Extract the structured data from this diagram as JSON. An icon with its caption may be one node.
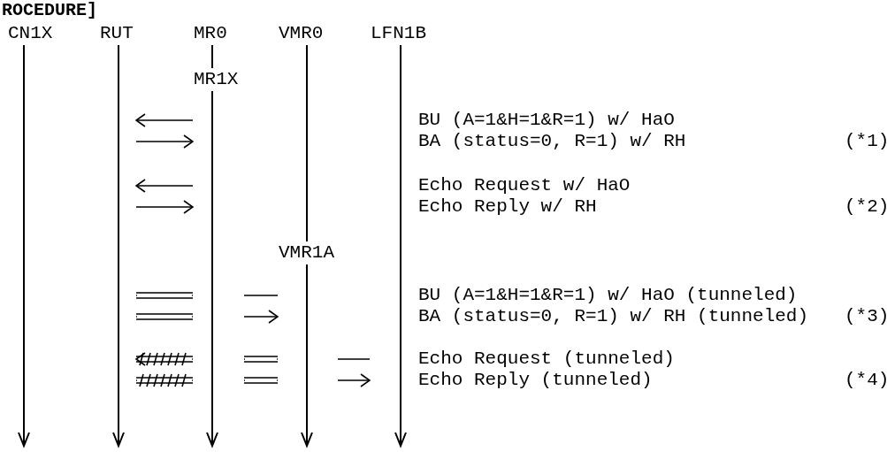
{
  "diagram": {
    "title": "ROCEDURE]",
    "nodes": [
      {
        "text": [
          "CN1X"
        ]
      },
      {
        "text": [
          "RUT"
        ]
      },
      {
        "text": [
          "MR0",
          "MR1X"
        ]
      },
      {
        "text": [
          "VMR0",
          "VMR1A"
        ]
      },
      {
        "text": [
          "LFN1B"
        ]
      }
    ],
    "edges": [
      {
        "from": 2,
        "to": 1,
        "arrow": "to"
      },
      {
        "from": 1,
        "to": 2,
        "arrow": "to"
      },
      {
        "from": 2,
        "to": 1,
        "arrow": "to"
      },
      {
        "from": 1,
        "to": 2,
        "arrow": "to"
      },
      {
        "from": 1,
        "to": 2,
        "arrow": "none"
      },
      {
        "from": 2,
        "to": 3,
        "arrow": "none"
      },
      {
        "from": 1,
        "to": 2,
        "arrow": "none"
      },
      {
        "from": 2,
        "to": 3,
        "arrow": "to"
      },
      {
        "from": 4,
        "to": 3,
        "arrow": "none"
      },
      {
        "from": 3,
        "to": 2,
        "arrow": "none"
      },
      {
        "from": 2,
        "to": 1,
        "arrow": "to"
      },
      {
        "from": 1,
        "to": 2,
        "arrow": "none"
      },
      {
        "from": 2,
        "to": 3,
        "arrow": "none"
      },
      {
        "from": 3,
        "to": 4,
        "arrow": "to"
      }
    ],
    "labels": [
      "BU (A=1&H=1&R=1) w/ HaO",
      "BA (status=0, R=1) w/ RH",
      "(*1)",
      "Echo Request w/ HaO",
      "Echo Reply w/ RH",
      "(*2)",
      "BU (A=1&H=1&R=1) w/ HaO (tunneled)",
      "BA (status=0, R=1) w/ RH (tunneled)",
      "(*3)",
      "Echo Request (tunneled)",
      "Echo Reply (tunneled)",
      "(*4)"
    ]
  }
}
